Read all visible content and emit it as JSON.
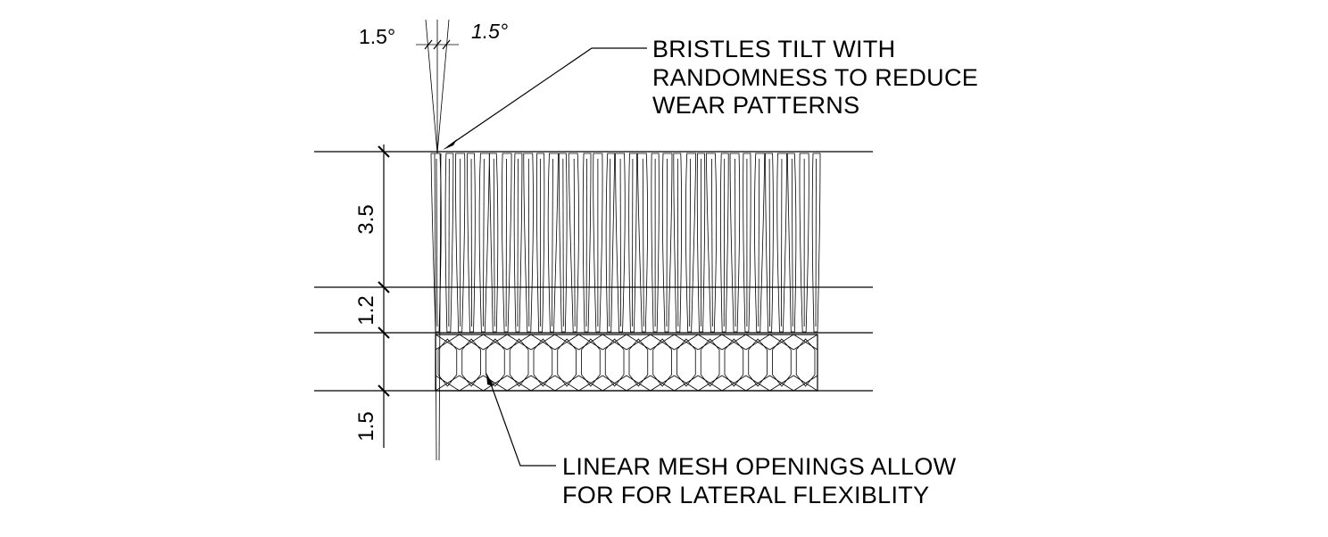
{
  "angles": {
    "left": "1.5°",
    "right": "1.5°"
  },
  "dimensions": {
    "bristle_height": "3.5",
    "mid_layer": "1.2",
    "base_layer": "1.5"
  },
  "notes": {
    "bristles": [
      "BRISTLES TILT WITH",
      "RANDOMNESS TO REDUCE",
      "WEAR PATTERNS"
    ],
    "mesh": [
      "LINEAR MESH OPENINGS ALLOW",
      "FOR FOR LATERAL FLEXIBLITY"
    ]
  }
}
